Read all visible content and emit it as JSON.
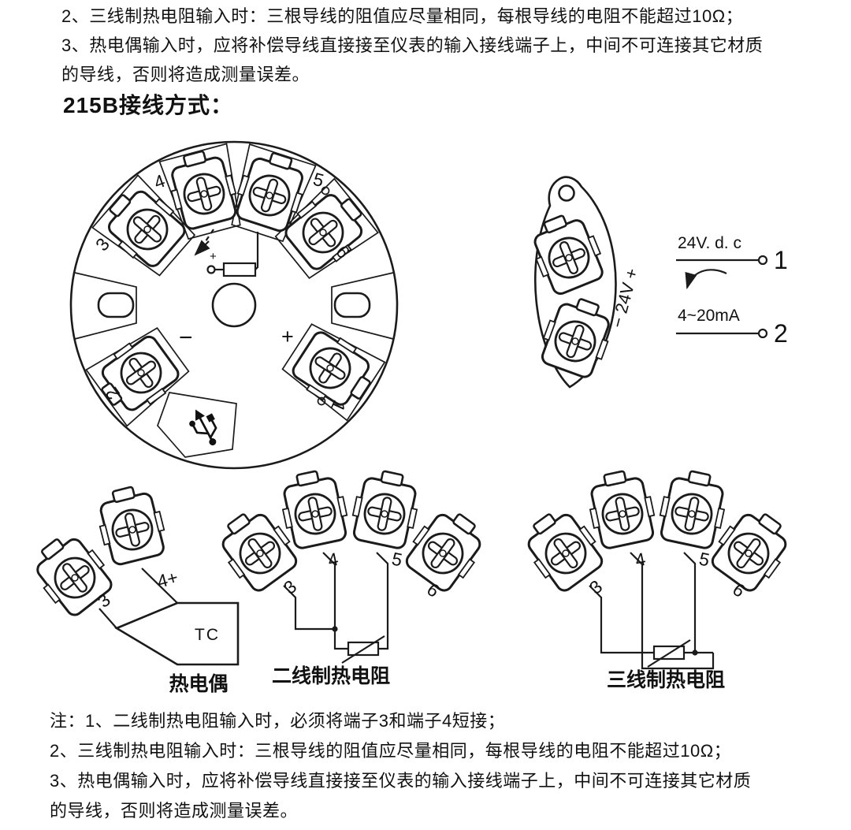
{
  "top_notes": [
    "2、三线制热电阻输入时：三根导线的阻值应尽量相同，每根导线的电阻不能超过10Ω；",
    "3、热电偶输入时，应将补偿导线直接接至仪表的输入接线端子上，中间不可连接其它材质",
    "的导线，否则将造成测量误差。"
  ],
  "heading": "215B接线方式：",
  "head_diagram": {
    "terminals": {
      "t3": "3",
      "t4": "4",
      "t5": "5",
      "t6": "6",
      "t2": "2",
      "t1": "1"
    },
    "minus": "−",
    "plus": "+",
    "junction_plus": "+"
  },
  "power_diagram": {
    "side_label": "− 24V +",
    "supply_label": "24V. d. c",
    "terminal1": "1",
    "range_label": "4~20mA",
    "terminal2": "2"
  },
  "tc_diagram": {
    "t3": "3",
    "t4": "4+",
    "probe": "TC",
    "caption": "热电偶"
  },
  "rtd2_diagram": {
    "t3": "3",
    "t4": "4",
    "t5": "5",
    "t6": "6",
    "caption": "二线制热电阻"
  },
  "rtd3_diagram": {
    "t3": "3",
    "t4": "4",
    "t5": "5",
    "t6": "6",
    "caption": "三线制热电阻"
  },
  "bottom_notes": [
    "注：1、二线制热电阻输入时，必须将端子3和端子4短接；",
    "2、三线制热电阻输入时：三根导线的阻值应尽量相同，每根导线的电阻不能超过10Ω；",
    "3、热电偶输入时，应将补偿导线直接接至仪表的输入接线端子上，中间不可连接其它材质",
    "的导线，否则将造成测量误差。"
  ]
}
